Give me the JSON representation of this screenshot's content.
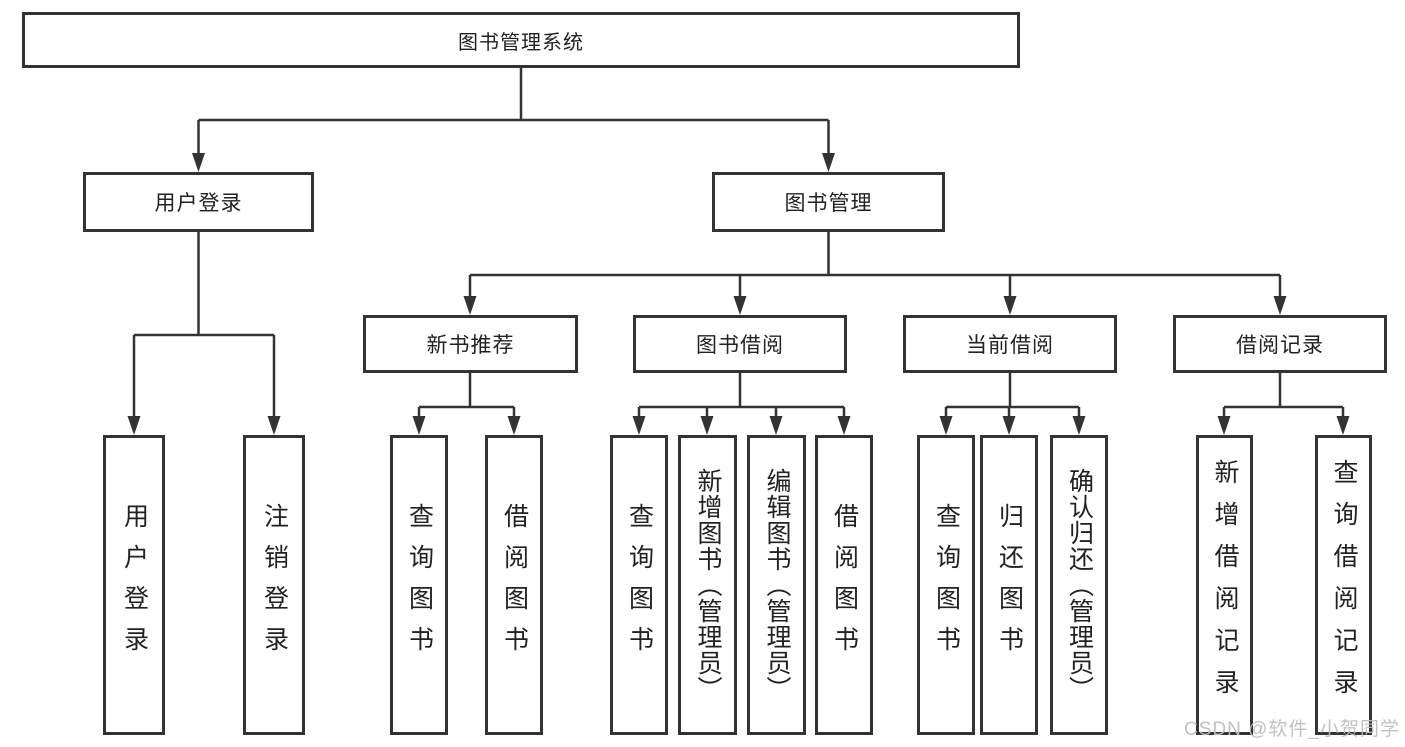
{
  "tree": {
    "label": "图书管理系统",
    "children": [
      {
        "label": "用户登录",
        "children": [
          {
            "label": "用户登录"
          },
          {
            "label": "注销登录"
          }
        ]
      },
      {
        "label": "图书管理",
        "children": [
          {
            "label": "新书推荐",
            "children": [
              {
                "label": "查询图书"
              },
              {
                "label": "借阅图书"
              }
            ]
          },
          {
            "label": "图书借阅",
            "children": [
              {
                "label": "查询图书"
              },
              {
                "label": "新增图书（管理员）"
              },
              {
                "label": "编辑图书（管理员）"
              },
              {
                "label": "借阅图书"
              }
            ]
          },
          {
            "label": "当前借阅",
            "children": [
              {
                "label": "查询图书"
              },
              {
                "label": "归还图书"
              },
              {
                "label": "确认归还（管理员）"
              }
            ]
          },
          {
            "label": "借阅记录",
            "children": [
              {
                "label": "新增借阅记录"
              },
              {
                "label": "查询借阅记录"
              }
            ]
          }
        ]
      }
    ]
  },
  "watermark": {
    "text": "CSDN @软件_小贺同学"
  },
  "colors": {
    "line": "#333333",
    "text": "#222222",
    "background": "#ffffff",
    "watermark": "#bebebe"
  }
}
